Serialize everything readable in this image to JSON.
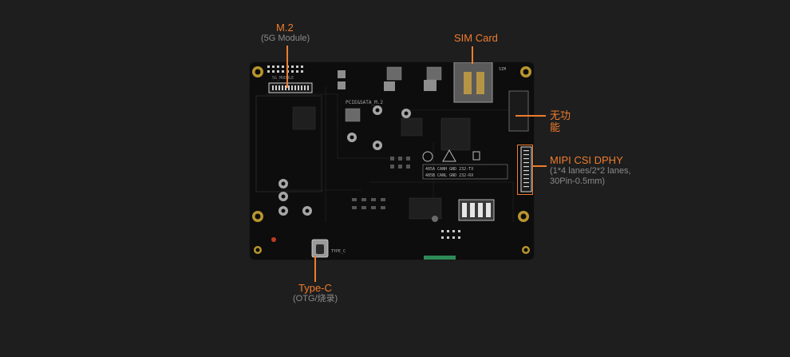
{
  "board": {
    "silkscreen": {
      "m2_slot": "5G_MODULE",
      "pcie_sata": "PCIE&SATA_M.2",
      "sim": "SIM",
      "usb": "TYPE_C",
      "serial_row1": "485A CANH GND 232-TX",
      "serial_row2": "485B CANL GND 232-RX"
    }
  },
  "callouts": {
    "m2": {
      "title": "M.2",
      "subtitle": "(5G Module)"
    },
    "sim": {
      "title": "SIM Card"
    },
    "nofunc": {
      "title_line1": "无功",
      "title_line2": "能"
    },
    "mipi": {
      "title": "MIPI CSI DPHY",
      "subtitle_line1": "(1*4 lanes/2*2 lanes,",
      "subtitle_line2": "30Pin-0.5mm)"
    },
    "typec": {
      "title": "Type-C",
      "subtitle": "(OTG/烧录)"
    }
  },
  "colors": {
    "background": "#1e1e1e",
    "accent": "#ee7c2e",
    "subtitle": "#8a8a8a",
    "pcb": "#0d0d0d"
  }
}
